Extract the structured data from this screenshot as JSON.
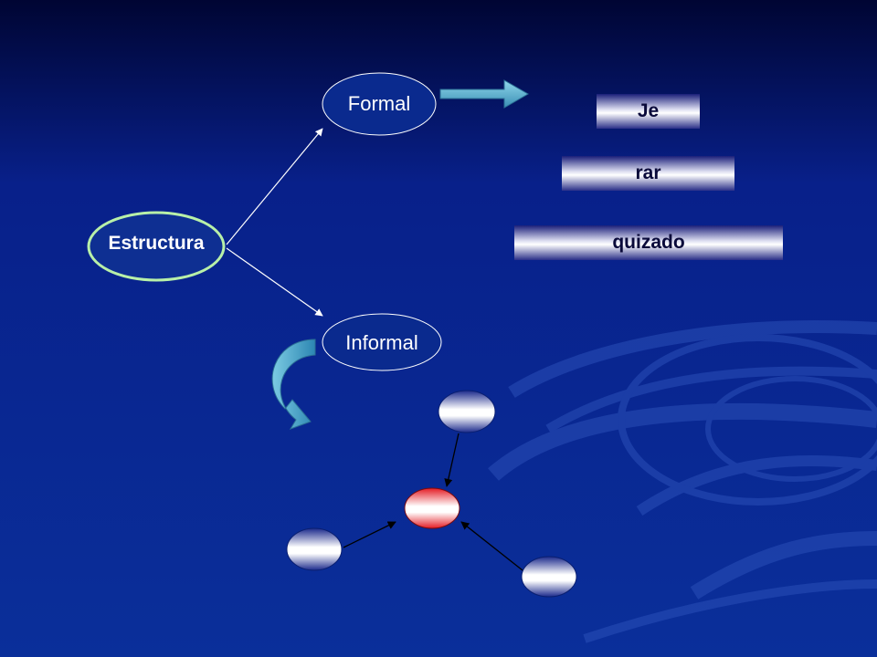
{
  "diagram": {
    "root": {
      "label": "Estructura"
    },
    "branches": [
      {
        "label": "Formal"
      },
      {
        "label": "Informal"
      }
    ],
    "bars": [
      {
        "label": "Je"
      },
      {
        "label": "rar"
      },
      {
        "label": "quizado"
      }
    ]
  },
  "colors": {
    "background_top": "#000533",
    "background_bottom": "#0a2f9a",
    "root_border": "#b8f0a8",
    "root_fill": "#0e2f92",
    "accent_arrow": "#4aa6c6",
    "center_node": "#e41c24"
  }
}
